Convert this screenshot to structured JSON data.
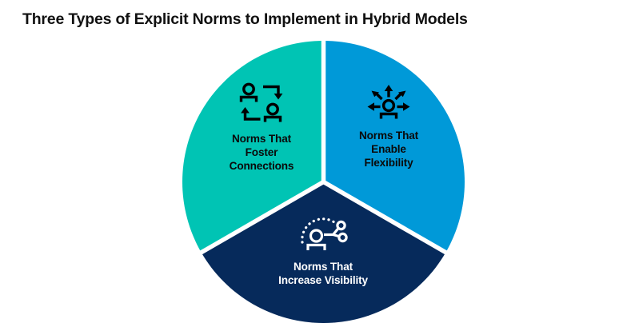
{
  "page": {
    "background_color": "#ffffff",
    "title": "Three Types of Explicit Norms to Implement in Hybrid Models",
    "title_color": "#111111"
  },
  "chart_data": {
    "type": "pie",
    "title": "Three Types of Explicit Norms to Implement in Hybrid Models",
    "xlabel": "",
    "ylabel": "",
    "legend_position": "none",
    "grid": false,
    "categories": [
      "Norms That Foster Connections",
      "Norms That Enable Flexibility",
      "Norms That Increase Visibility"
    ],
    "values": [
      33.33,
      33.33,
      33.33
    ],
    "units": "percent",
    "slice_angles_deg": [
      120,
      120,
      120
    ],
    "colors": [
      "#00c4b4",
      "#0099d8",
      "#062a5b"
    ],
    "gap_color": "#ffffff",
    "note": "Three equal thirds; vertical divider at 12 o'clock, dividers at 4 and 8 o'clock"
  },
  "segments": [
    {
      "id": "foster-connections",
      "label": "Norms That\nFoster\nConnections",
      "label_lines": [
        "Norms That",
        "Foster",
        "Connections"
      ],
      "color": "#00c4b4",
      "text_color": "#0a0a0a",
      "icon": "people-exchange-icon",
      "value": 33.33
    },
    {
      "id": "enable-flexibility",
      "label": "Norms That\nEnable\nFlexibility",
      "label_lines": [
        "Norms That",
        "Enable",
        "Flexibility"
      ],
      "color": "#0099d8",
      "text_color": "#0a0a0a",
      "icon": "person-radiating-arrows-icon",
      "value": 33.33
    },
    {
      "id": "increase-visibility",
      "label": "Norms That\nIncrease Visibility",
      "label_lines": [
        "Norms That",
        "Increase Visibility"
      ],
      "color": "#062a5b",
      "text_color": "#ffffff",
      "icon": "person-network-visibility-icon",
      "value": 33.33
    }
  ]
}
